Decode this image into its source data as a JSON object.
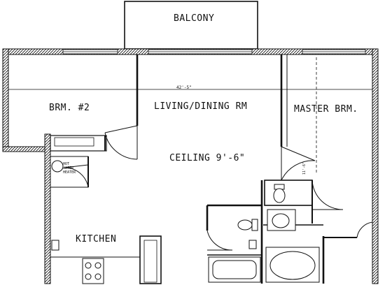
{
  "floor_plan": {
    "rooms": {
      "balcony": "BALCONY",
      "bedroom2": "BRM. #2",
      "living_dining": "LIVING/DINING RM",
      "master": "MASTER BRM.",
      "kitchen": "KITCHEN"
    },
    "ceiling_note": "CEILING 9'-6\"",
    "dimension": "42'-5\"",
    "side_dimension": "11'-6\"",
    "appliance": {
      "line1": "HOT",
      "line2": "WATER",
      "line3": "HEATER"
    }
  }
}
